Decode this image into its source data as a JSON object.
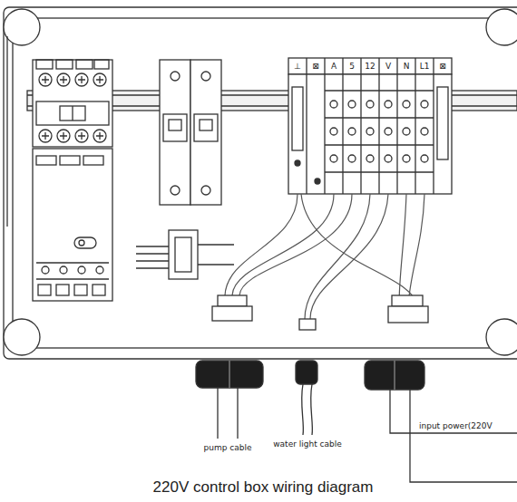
{
  "diagram": {
    "caption": "220V control box wiring diagram",
    "labels": [
      "⊥",
      "⊠",
      "A",
      "5",
      "12",
      "V",
      "N",
      "L1",
      "⊠",
      "pump cable",
      "water light cable",
      "input power(220V"
    ]
  }
}
